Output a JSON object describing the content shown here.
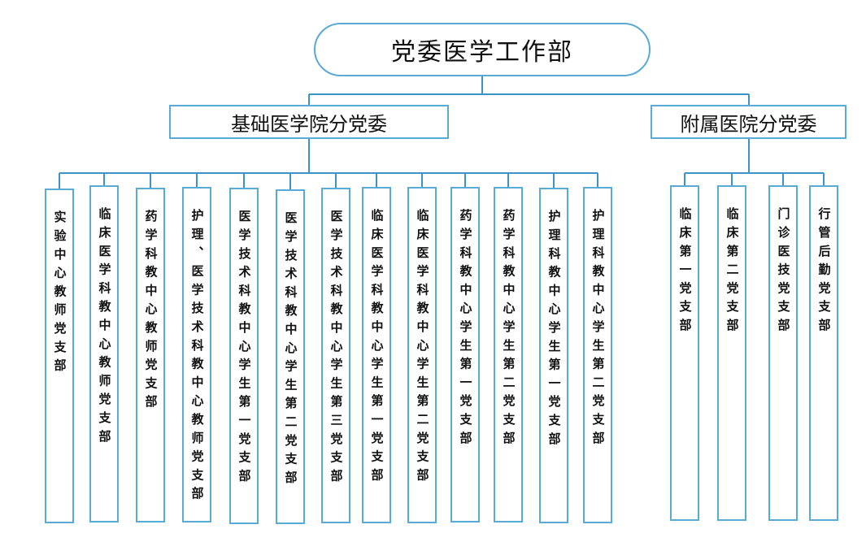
{
  "diagram": {
    "root": "党委医学工作部",
    "branches": [
      {
        "label": "基础医学院分党委",
        "children": [
          "实验中心教师党支部",
          "临床医学科教中心教师党支部",
          "药学科教中心教师党支部",
          "护理、医学技术科教中心教师党支部",
          "医学技术科教中心学生第一党支部",
          "医学技术科教中心学生第二党支部",
          "医学技术科教中心学生第三党支部",
          "临床医学科教中心学生第一党支部",
          "临床医学科教中心学生第二党支部",
          "药学科教中心学生第一党支部",
          "药学科教中心学生第二党支部",
          "护理科教中心学生第一党支部",
          "护理科教中心学生第二党支部"
        ]
      },
      {
        "label": "附属医院分党委",
        "children": [
          "临床第一党支部",
          "临床第二党支部",
          "门诊医技党支部",
          "行管后勤党支部"
        ]
      }
    ]
  },
  "colors": {
    "line": "#3b93c7",
    "border": "#5aaad6",
    "text": "#111111"
  }
}
